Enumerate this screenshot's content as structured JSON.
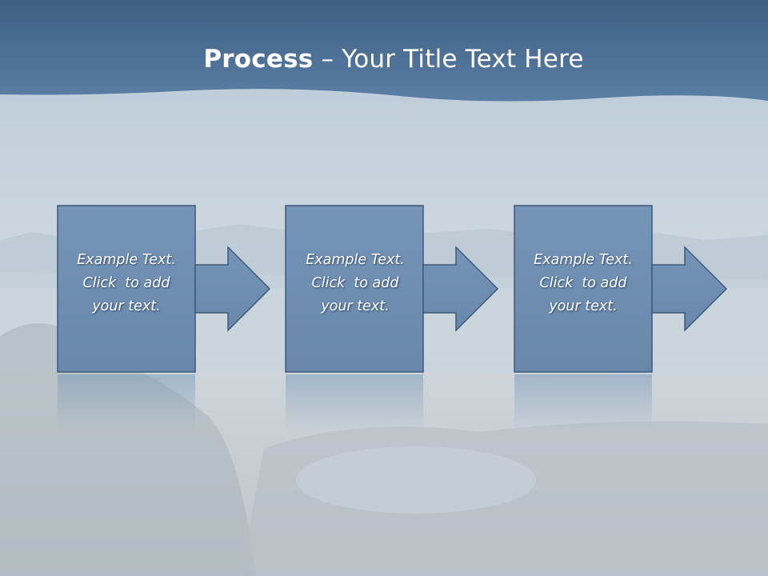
{
  "header": {
    "title_bold": "Process",
    "title_rest": " – Your Title Text Here"
  },
  "steps": [
    {
      "lines": [
        "Example Text.",
        "Click  to add",
        "your text."
      ]
    },
    {
      "lines": [
        "Example Text.",
        "Click  to add",
        "your text."
      ]
    },
    {
      "lines": [
        "Example Text.",
        "Click  to add",
        "your text."
      ]
    }
  ],
  "colors": {
    "header_band": "#4e6f93",
    "step_fill": "#6f8fb3",
    "step_stroke": "#3d5a7c"
  }
}
